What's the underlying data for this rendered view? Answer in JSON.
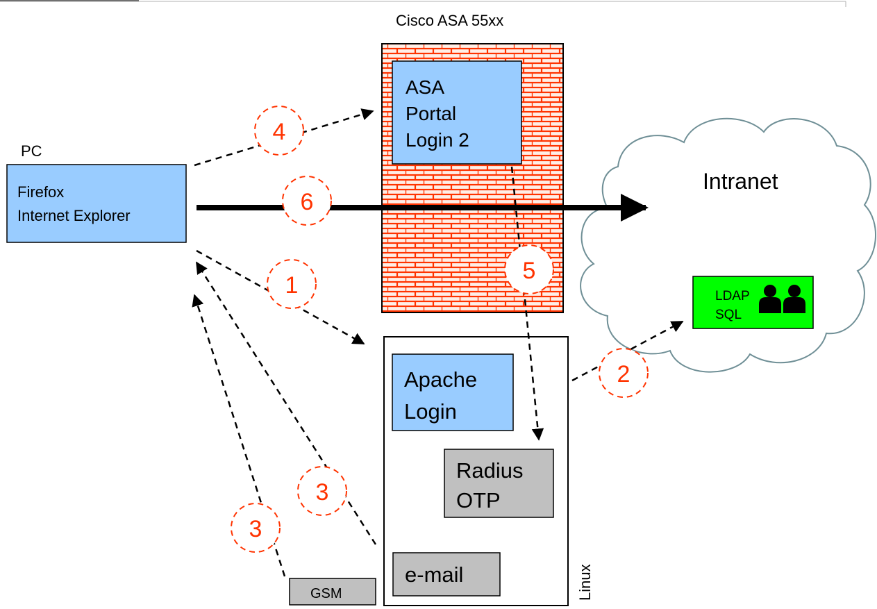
{
  "title": "Cisco ASA 55xx",
  "pc": {
    "label": "PC",
    "browser_line1": "Firefox",
    "browser_line2": "Internet Explorer"
  },
  "asa": {
    "portal_line1": "ASA",
    "portal_line2": "Portal",
    "portal_line3": "Login 2"
  },
  "intranet": {
    "label": "Intranet",
    "directory_line1": "LDAP",
    "directory_line2": "SQL",
    "users_icon": "users-icon"
  },
  "linux": {
    "label": "Linux",
    "apache_line1": "Apache",
    "apache_line2": "Login",
    "radius_line1": "Radius",
    "radius_line2": "OTP",
    "email": "e-mail"
  },
  "gsm": "GSM",
  "steps": [
    "1",
    "2",
    "3",
    "3",
    "4",
    "5",
    "6"
  ],
  "colors": {
    "box_blue": "#99ccff",
    "box_gray": "#c0c0c0",
    "ldap_green": "#00ff00",
    "brick": "#ff3300",
    "cloud_stroke": "#6f8f96",
    "step_color": "#ff3300"
  }
}
